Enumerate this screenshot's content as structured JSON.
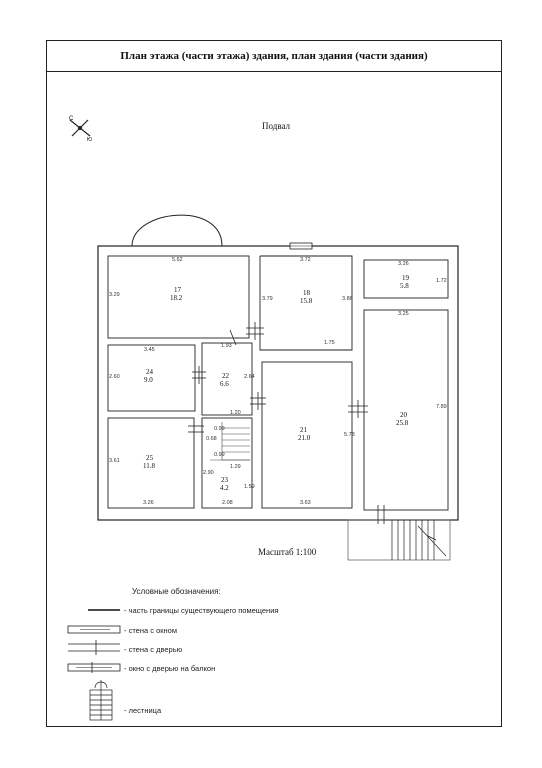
{
  "title": "План этажа (части этажа) здания, план здания (части здания)",
  "floor_label": "Подвал",
  "scale_label": "Масштаб 1:100",
  "rooms": [
    {
      "num": "17",
      "area": "18.2",
      "top": "5.62",
      "side": "3.29"
    },
    {
      "num": "18",
      "area": "15.8",
      "top": "3.72",
      "side_l": "3.79",
      "side_r": "3.86",
      "bottom": "1.75"
    },
    {
      "num": "19",
      "area": "5.8",
      "top": "3.26",
      "side": "1.72"
    },
    {
      "num": "24",
      "area": "9.0",
      "top": "3.45",
      "side": "2.60"
    },
    {
      "num": "22",
      "area": "6.6",
      "top": "1.93",
      "side": "2.64"
    },
    {
      "num": "21",
      "area": "21.0",
      "side": "5.78",
      "bottom": "3.63"
    },
    {
      "num": "20",
      "area": "25.8",
      "top": "3.25",
      "side": "7.89"
    },
    {
      "num": "25",
      "area": "11.8",
      "side": "3.61",
      "bottom": "3.26"
    },
    {
      "num": "23",
      "area": "4.2",
      "top": "1.29",
      "side_l": "2.90",
      "side_r": "1.59",
      "bottom": "2.08"
    }
  ],
  "stair_dims": [
    "1.20",
    "0.99",
    "0.68",
    "0.99"
  ],
  "legend": {
    "heading": "Условные обозначения:",
    "items": [
      "- часть границы существующего помещения",
      "- стена с окном",
      "- стена с дверью",
      "- окно с дверью на балкон",
      "- лестница"
    ]
  }
}
